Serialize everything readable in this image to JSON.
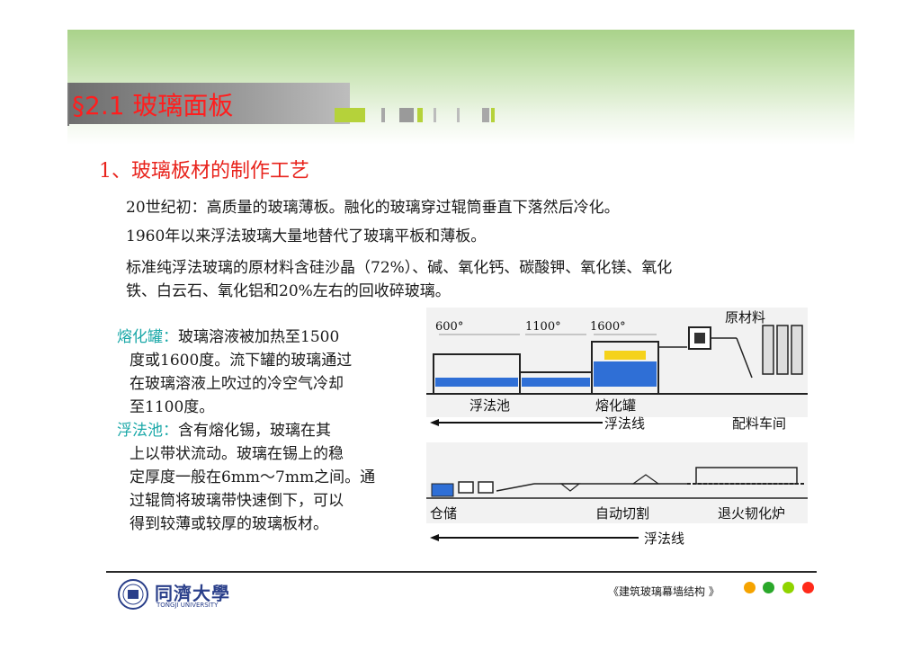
{
  "header": {
    "title": "§2.1 玻璃面板"
  },
  "section": {
    "heading": "1、玻璃板材的制作工艺",
    "paragraphs": [
      "20世纪初：高质量的玻璃薄板。融化的玻璃穿过辊筒垂直下落然后冷化。",
      "1960年以来浮法玻璃大量地替代了玻璃平板和薄板。",
      "标准纯浮法玻璃的原材料含硅沙晶（72%）、碱、氧化钙、碳酸钾、氧化镁、氧化",
      "铁、白云石、氧化铝和20%左右的回收碎玻璃。"
    ]
  },
  "left_text": {
    "melting_label": "熔化罐：",
    "melting_lines": [
      "玻璃溶液被加热至1500",
      "度或1600度。流下罐的玻璃通过",
      "在玻璃溶液上吹过的冷空气冷却",
      "至1100度。"
    ],
    "float_label": "浮法池：",
    "float_lines": [
      "含有熔化锡，玻璃在其",
      "上以带状流动。玻璃在锡上的稳",
      "定厚度一般在6mm～7mm之间。通",
      "过辊筒将玻璃带快速倒下，可以",
      "得到较薄或较厚的玻璃板材。"
    ]
  },
  "diagram": {
    "temp_600": "600°",
    "temp_1100": "1100°",
    "temp_1600": "1600°",
    "raw_material": "原材料",
    "float_bath": "浮法池",
    "melting_tank": "熔化罐",
    "float_line_top": "浮法线",
    "batch_room": "配料车间",
    "storage": "仓储",
    "auto_cut": "自动切割",
    "annealing": "退火韧化炉",
    "float_line_bottom": "浮法线"
  },
  "footer": {
    "logo_cn": "同濟大學",
    "logo_en": "TONGJI UNIVERSITY",
    "course": "《建筑玻璃幕墙结构 》"
  },
  "colors": {
    "title_red": "#ff1e1e",
    "heading_red": "#e8231c",
    "highlight_teal": "#1aa8a8",
    "dot_orange": "#f5a300",
    "dot_green": "#2aa82a",
    "dot_lime": "#8fd400",
    "dot_red": "#ff2a1a"
  }
}
